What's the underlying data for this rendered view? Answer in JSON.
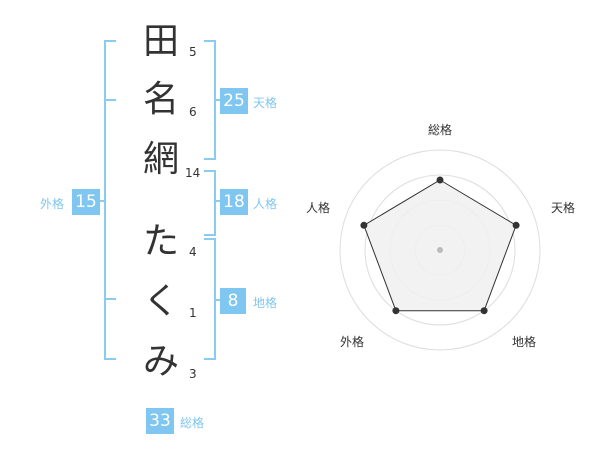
{
  "name": {
    "chars": [
      "田",
      "名",
      "網",
      "た",
      "く",
      "み"
    ],
    "strokes": [
      "5",
      "6",
      "14",
      "4",
      "1",
      "3"
    ]
  },
  "kakusu": {
    "tenkaku": {
      "value": "25",
      "label": "天格"
    },
    "jinkaku": {
      "value": "18",
      "label": "人格"
    },
    "chikaku": {
      "value": "8",
      "label": "地格"
    },
    "gaikaku": {
      "value": "15",
      "label": "外格"
    },
    "soukaku": {
      "value": "33",
      "label": "総格"
    }
  },
  "colors": {
    "accent": "#7fc6f0",
    "bracket": "#8ccbf0",
    "polygon_fill": "#f0f0f0"
  },
  "chart_data": {
    "type": "radar",
    "axes": [
      "総格",
      "天格",
      "地格",
      "外格",
      "人格"
    ],
    "values": [
      0.7,
      0.8,
      0.75,
      0.75,
      0.8
    ],
    "rings": 4,
    "grid": true
  }
}
